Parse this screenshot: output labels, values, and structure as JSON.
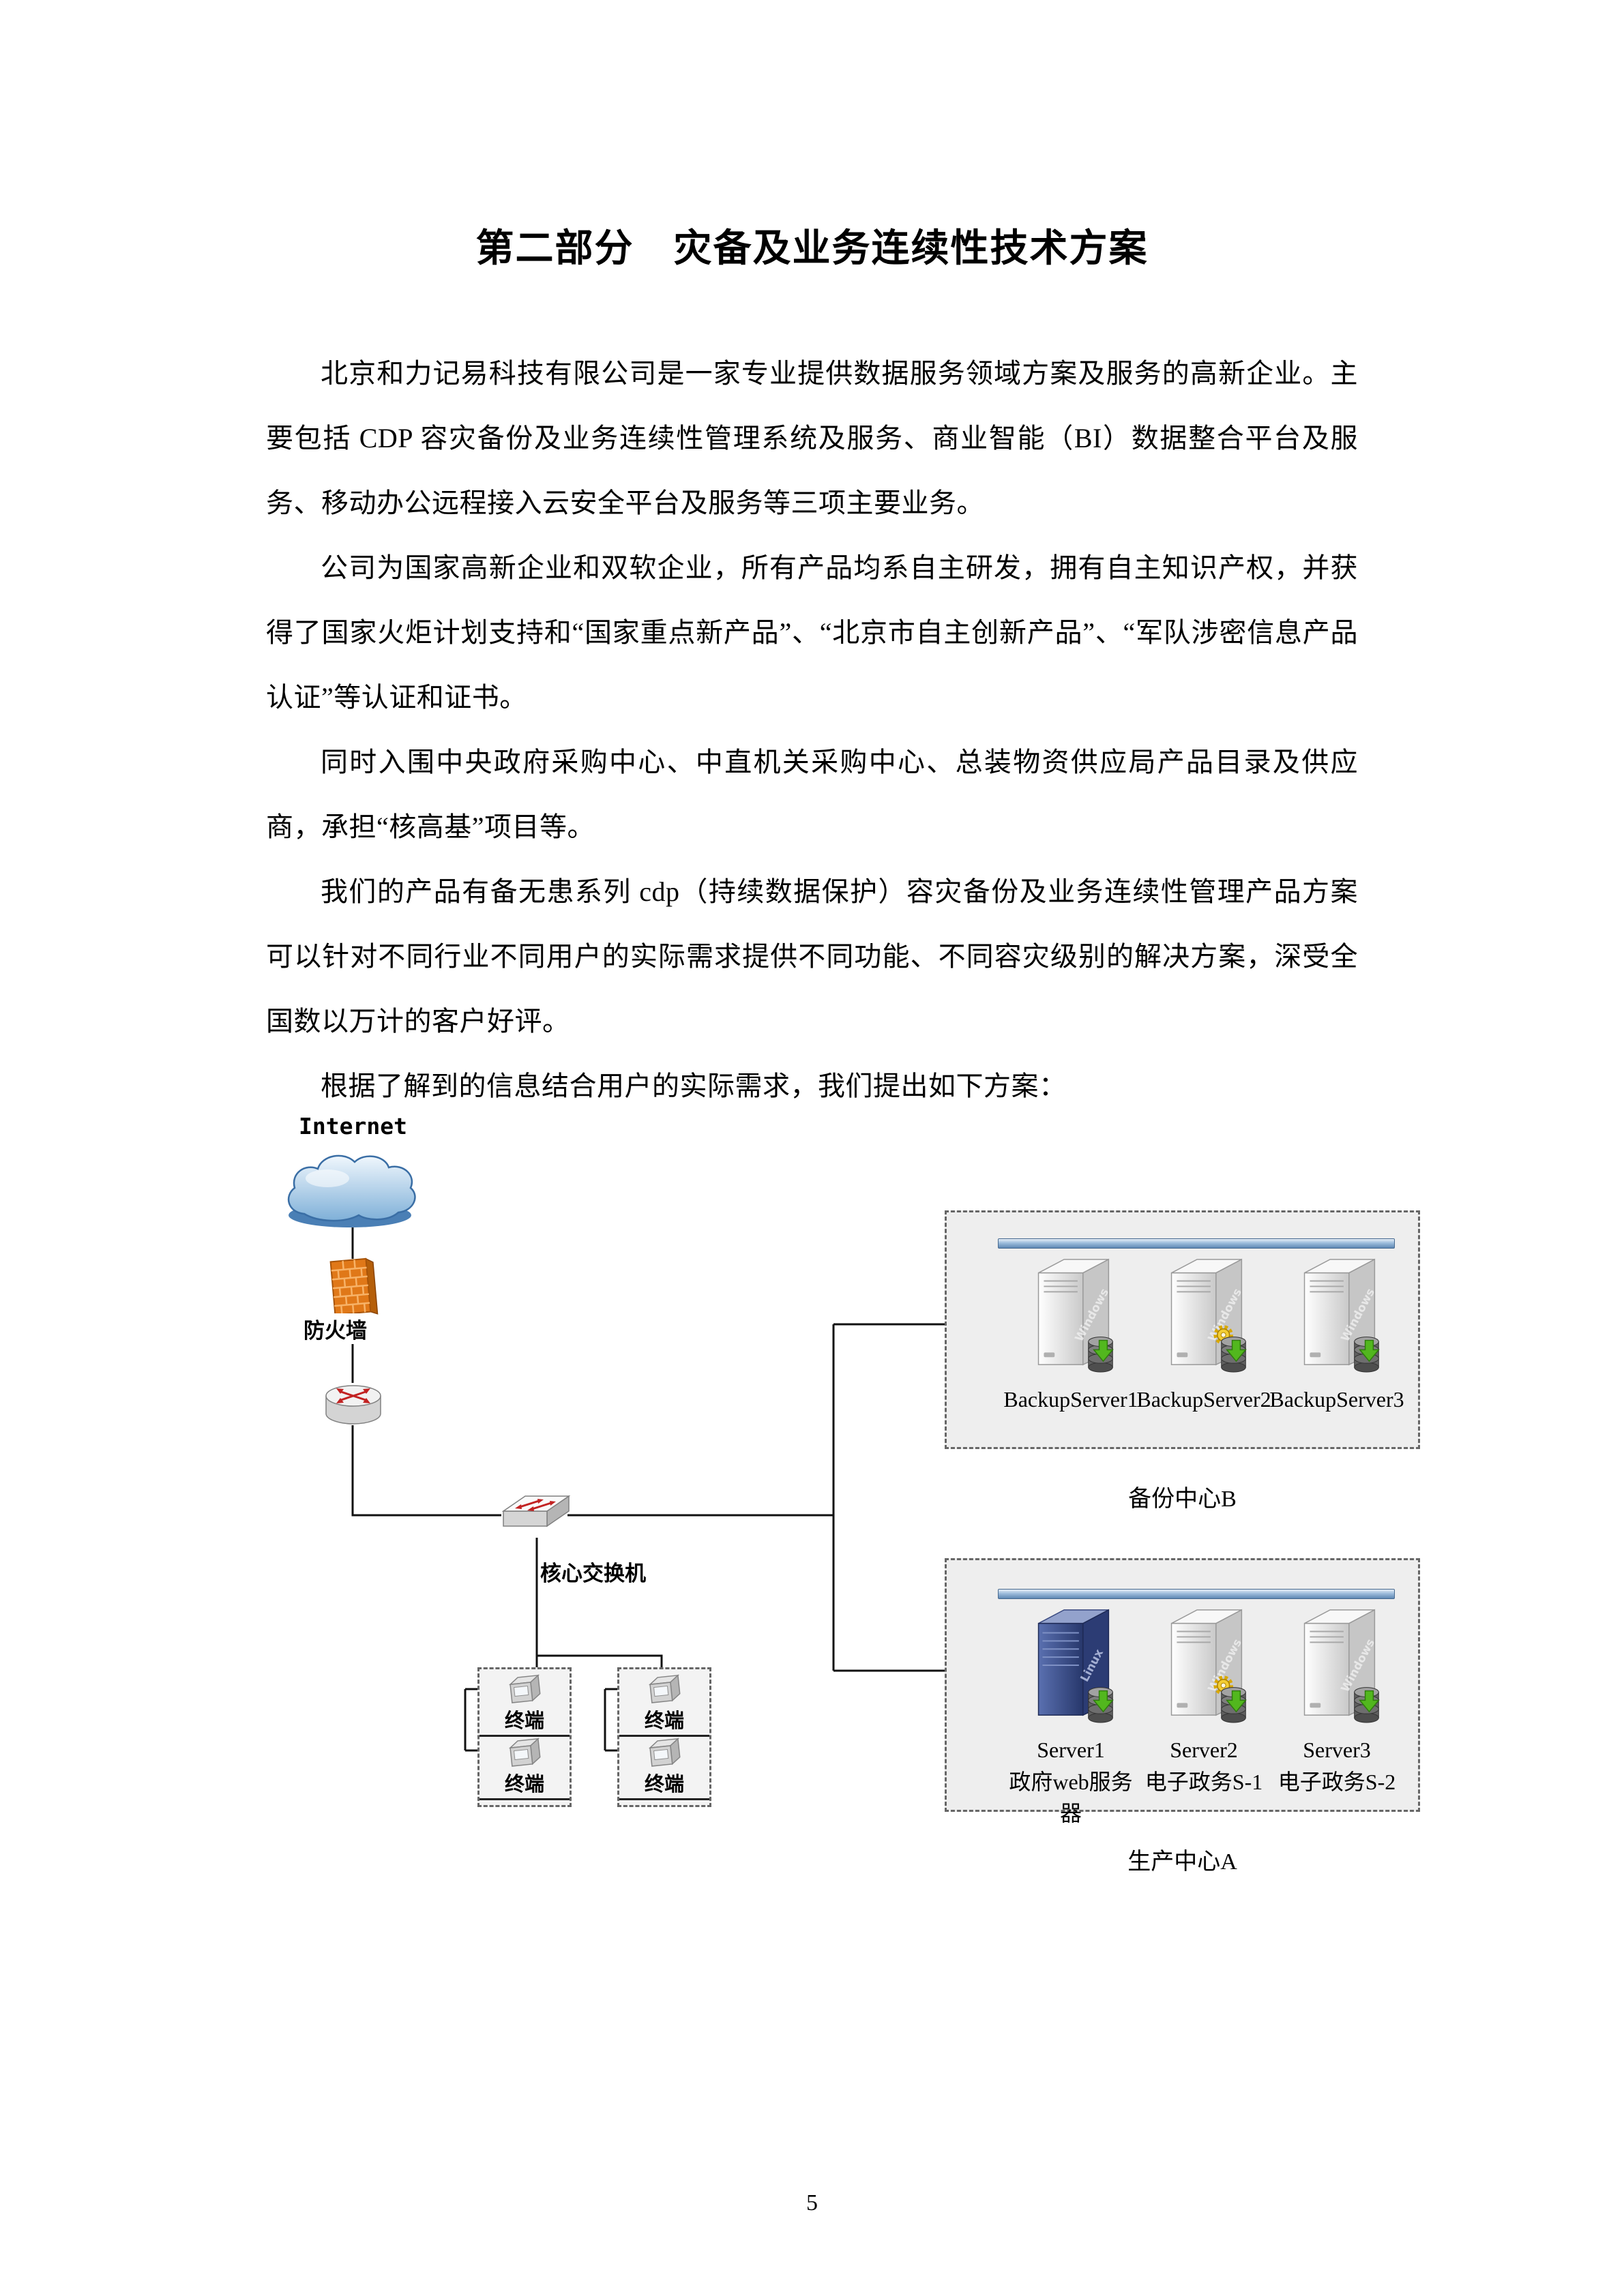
{
  "page": {
    "title": "第二部分　灾备及业务连续性技术方案",
    "page_number": "5",
    "paragraphs": [
      "北京和力记易科技有限公司是一家专业提供数据服务领域方案及服务的高新企业。主要包括 CDP 容灾备份及业务连续性管理系统及服务、商业智能（BI）数据整合平台及服务、移动办公远程接入云安全平台及服务等三项主要业务。",
      "公司为国家高新企业和双软企业，所有产品均系自主研发，拥有自主知识产权，并获得了国家火炬计划支持和“国家重点新产品”、“北京市自主创新产品”、“军队涉密信息产品认证”等认证和证书。",
      "同时入围中央政府采购中心、中直机关采购中心、总装物资供应局产品目录及供应商，承担“核高基”项目等。",
      "我们的产品有备无患系列 cdp（持续数据保护）容灾备份及业务连续性管理产品方案可以针对不同行业不同用户的实际需求提供不同功能、不同容灾级别的解决方案，深受全国数以万计的客户好评。",
      "根据了解到的信息结合用户的实际需求，我们提出如下方案："
    ]
  },
  "diagram": {
    "internet_label": "Internet",
    "firewall_label": "防火墙",
    "core_switch_label": "核心交换机",
    "terminal_label": "终端",
    "backup_center": {
      "caption": "备份中心B",
      "servers": [
        {
          "name": "BackupServer1",
          "os": "Windows"
        },
        {
          "name": "BackupServer2",
          "os": "Windows"
        },
        {
          "name": "BackupServer3",
          "os": "Windows"
        }
      ]
    },
    "production_center": {
      "caption": "生产中心A",
      "servers": [
        {
          "name": "Server1",
          "desc": "政府web服务器",
          "os": "Linux"
        },
        {
          "name": "Server2",
          "desc": "电子政务S-1",
          "os": "Windows"
        },
        {
          "name": "Server3",
          "desc": "电子政务S-2",
          "os": "Windows"
        }
      ]
    },
    "colors": {
      "firewall_orange": "#e07818",
      "bus_bar_blue": "#9cbcdc",
      "download_arrow_green": "#52b71e",
      "cloud_blue": "#7fb0d8",
      "connection_line": "#111111"
    }
  }
}
